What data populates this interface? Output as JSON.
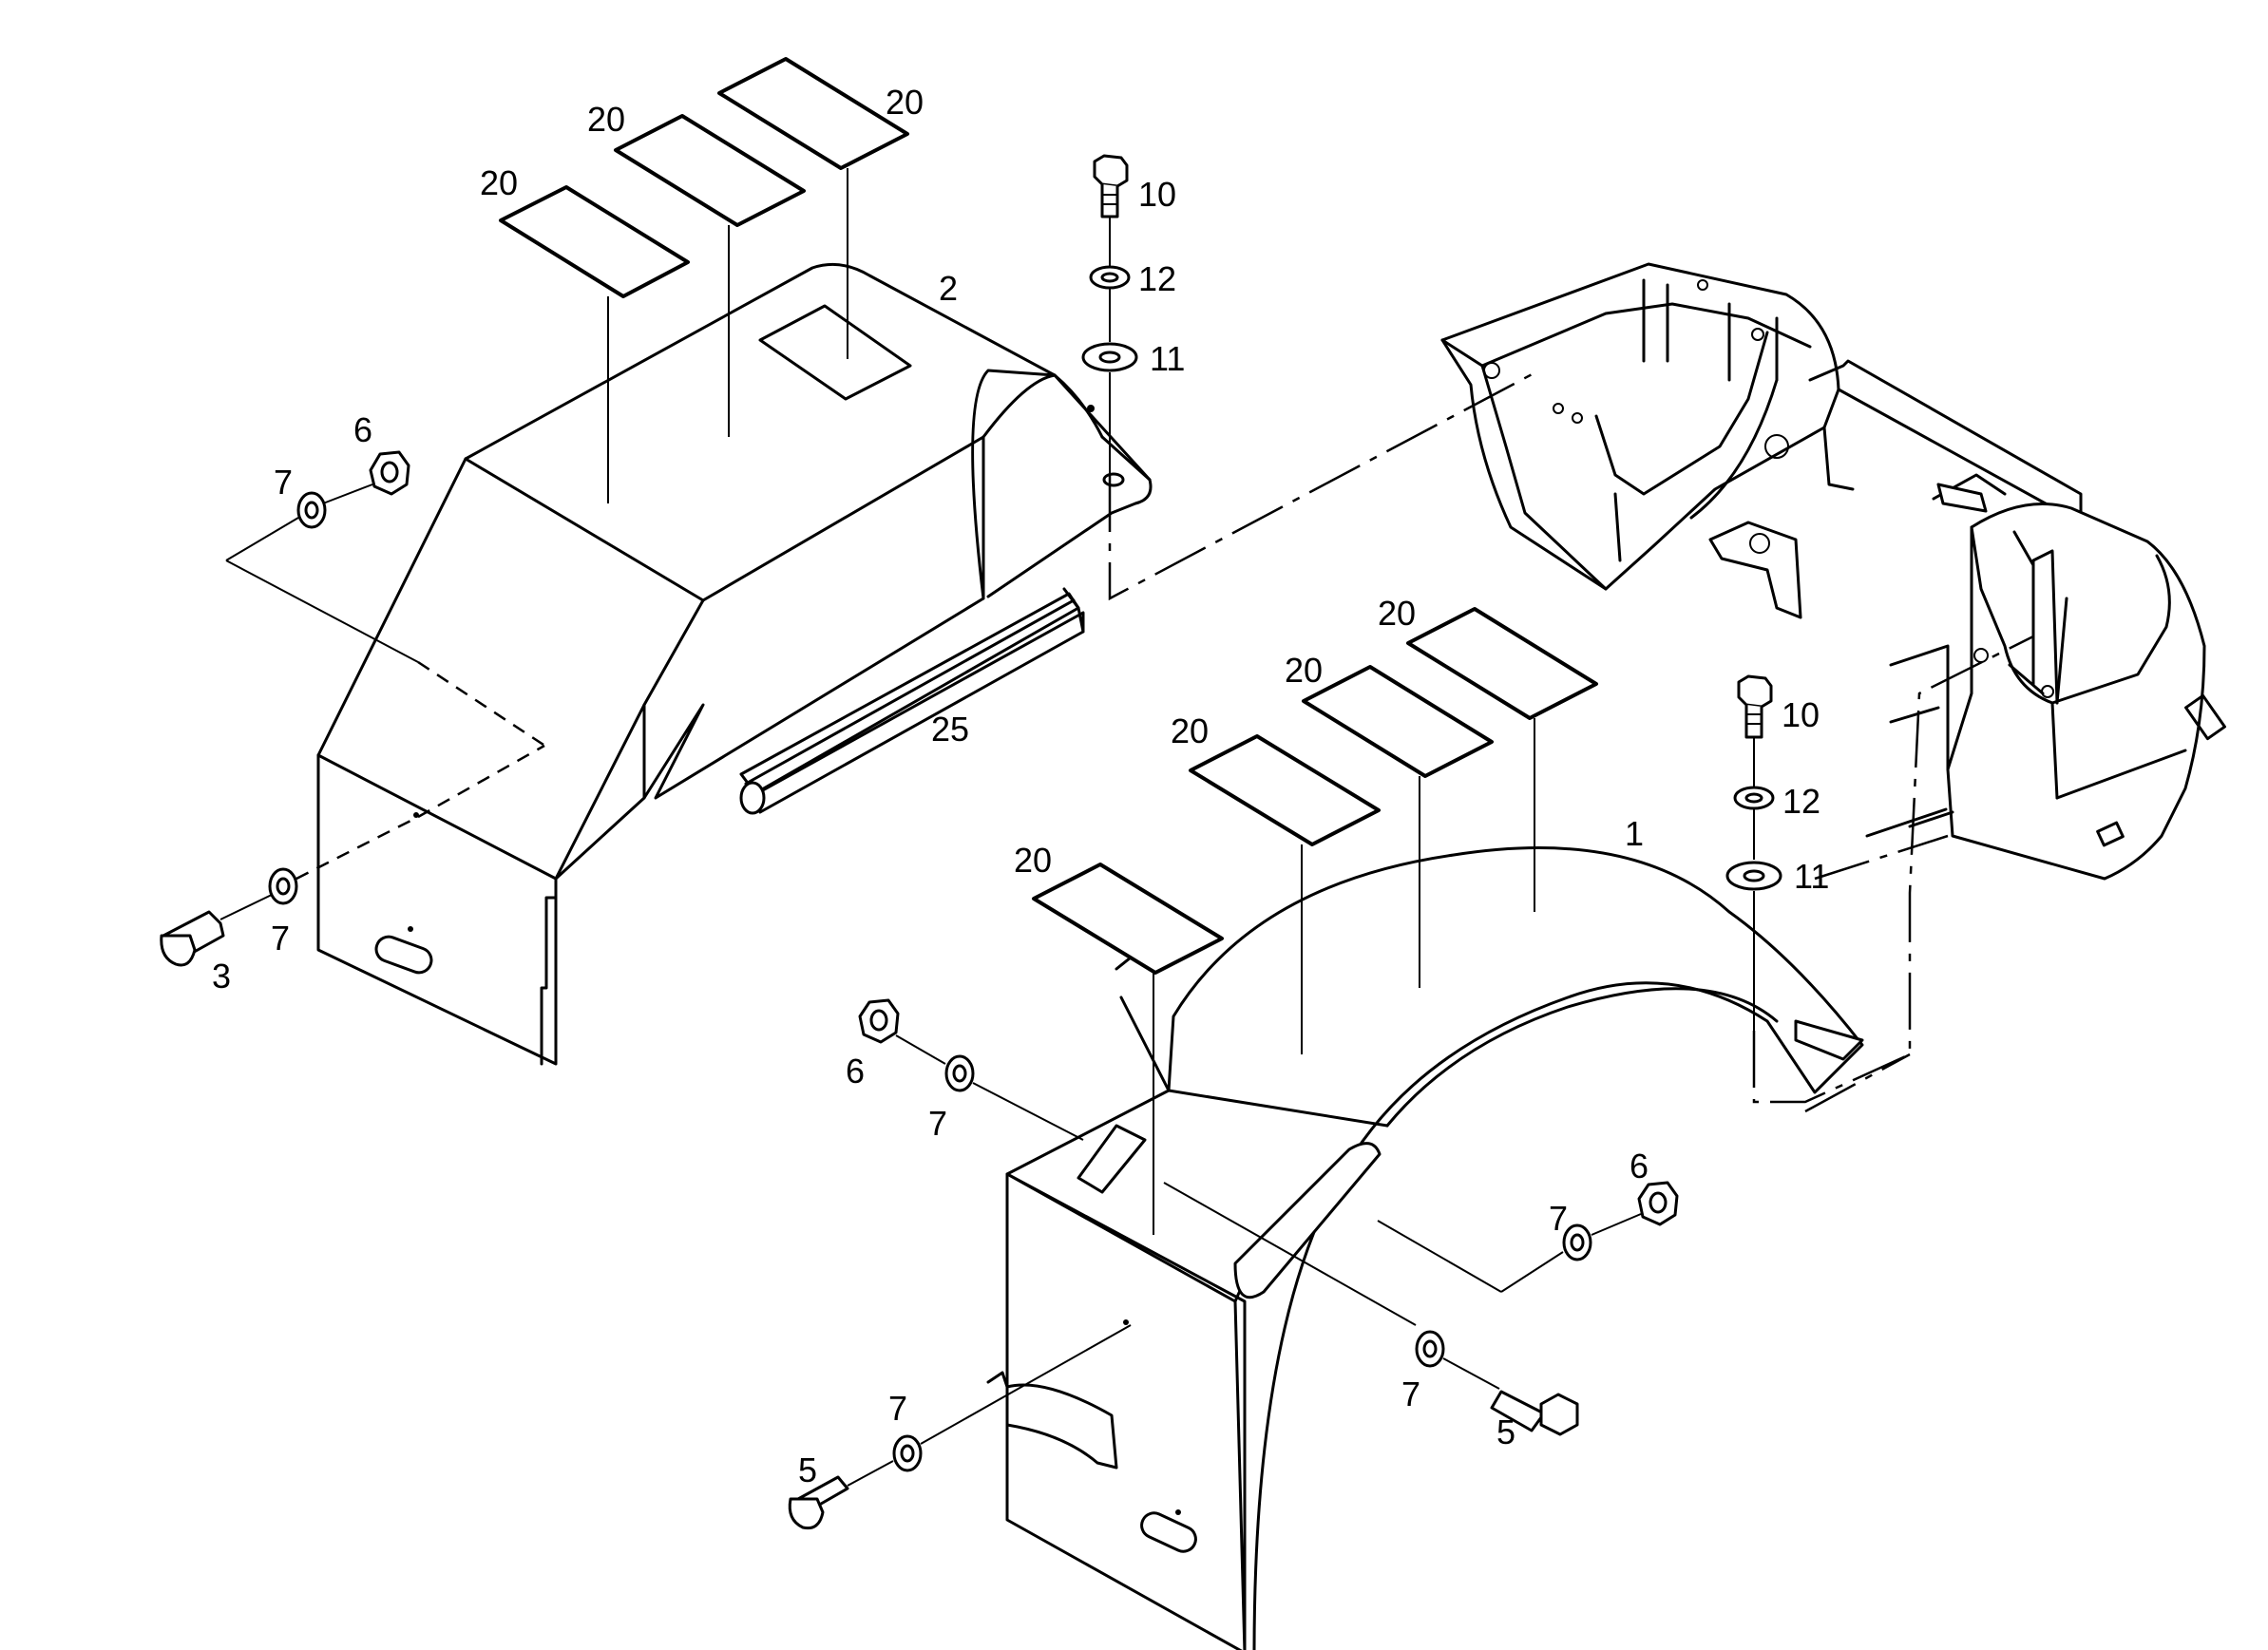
{
  "diagram": {
    "callouts": [
      {
        "id": "c-20-a",
        "text": "20"
      },
      {
        "id": "c-20-b",
        "text": "20"
      },
      {
        "id": "c-20-c",
        "text": "20"
      },
      {
        "id": "c-2",
        "text": "2"
      },
      {
        "id": "c-10-a",
        "text": "10"
      },
      {
        "id": "c-12-a",
        "text": "12"
      },
      {
        "id": "c-11-a",
        "text": "11"
      },
      {
        "id": "c-6-a",
        "text": "6"
      },
      {
        "id": "c-7-a",
        "text": "7"
      },
      {
        "id": "c-25",
        "text": "25"
      },
      {
        "id": "c-7-b",
        "text": "7"
      },
      {
        "id": "c-3",
        "text": "3"
      },
      {
        "id": "c-20-d",
        "text": "20"
      },
      {
        "id": "c-20-e",
        "text": "20"
      },
      {
        "id": "c-20-f",
        "text": "20"
      },
      {
        "id": "c-20-g",
        "text": "20"
      },
      {
        "id": "c-1",
        "text": "1"
      },
      {
        "id": "c-10-b",
        "text": "10"
      },
      {
        "id": "c-12-b",
        "text": "12"
      },
      {
        "id": "c-11-b",
        "text": "11"
      },
      {
        "id": "c-6-b",
        "text": "6"
      },
      {
        "id": "c-7-c",
        "text": "7"
      },
      {
        "id": "c-6-c",
        "text": "6"
      },
      {
        "id": "c-7-d",
        "text": "7"
      },
      {
        "id": "c-7-e",
        "text": "7"
      },
      {
        "id": "c-5-a",
        "text": "5"
      },
      {
        "id": "c-7-f",
        "text": "7"
      },
      {
        "id": "c-5-b",
        "text": "5"
      }
    ]
  }
}
